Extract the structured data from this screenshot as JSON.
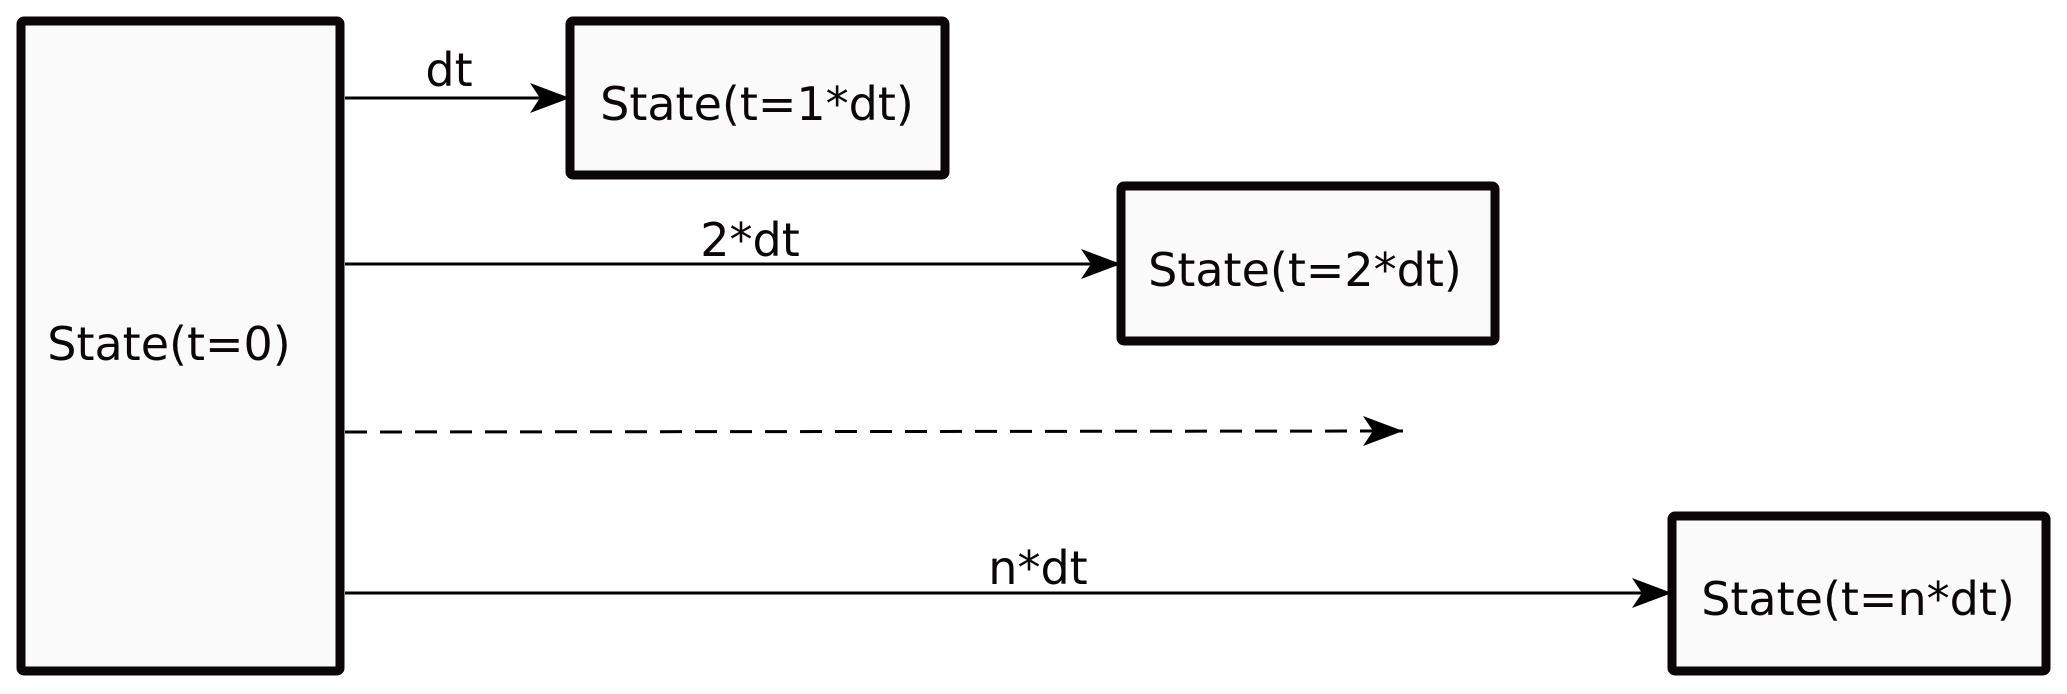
{
  "diagram": {
    "colors": {
      "node_fill": "#fafafa",
      "node_stroke": "#0b0608",
      "edge_stroke": "#000000"
    },
    "nodes": {
      "initial": {
        "label": "State(t=0)"
      },
      "step1": {
        "label": "State(t=1*dt)"
      },
      "step2": {
        "label": "State(t=2*dt)"
      },
      "stepn": {
        "label": "State(t=n*dt)"
      }
    },
    "edges": {
      "to_step1": {
        "label": "dt",
        "style": "solid"
      },
      "to_step2": {
        "label": "2*dt",
        "style": "solid"
      },
      "ellipsis": {
        "label": "",
        "style": "dashed"
      },
      "to_stepn": {
        "label": "n*dt",
        "style": "solid"
      }
    }
  }
}
